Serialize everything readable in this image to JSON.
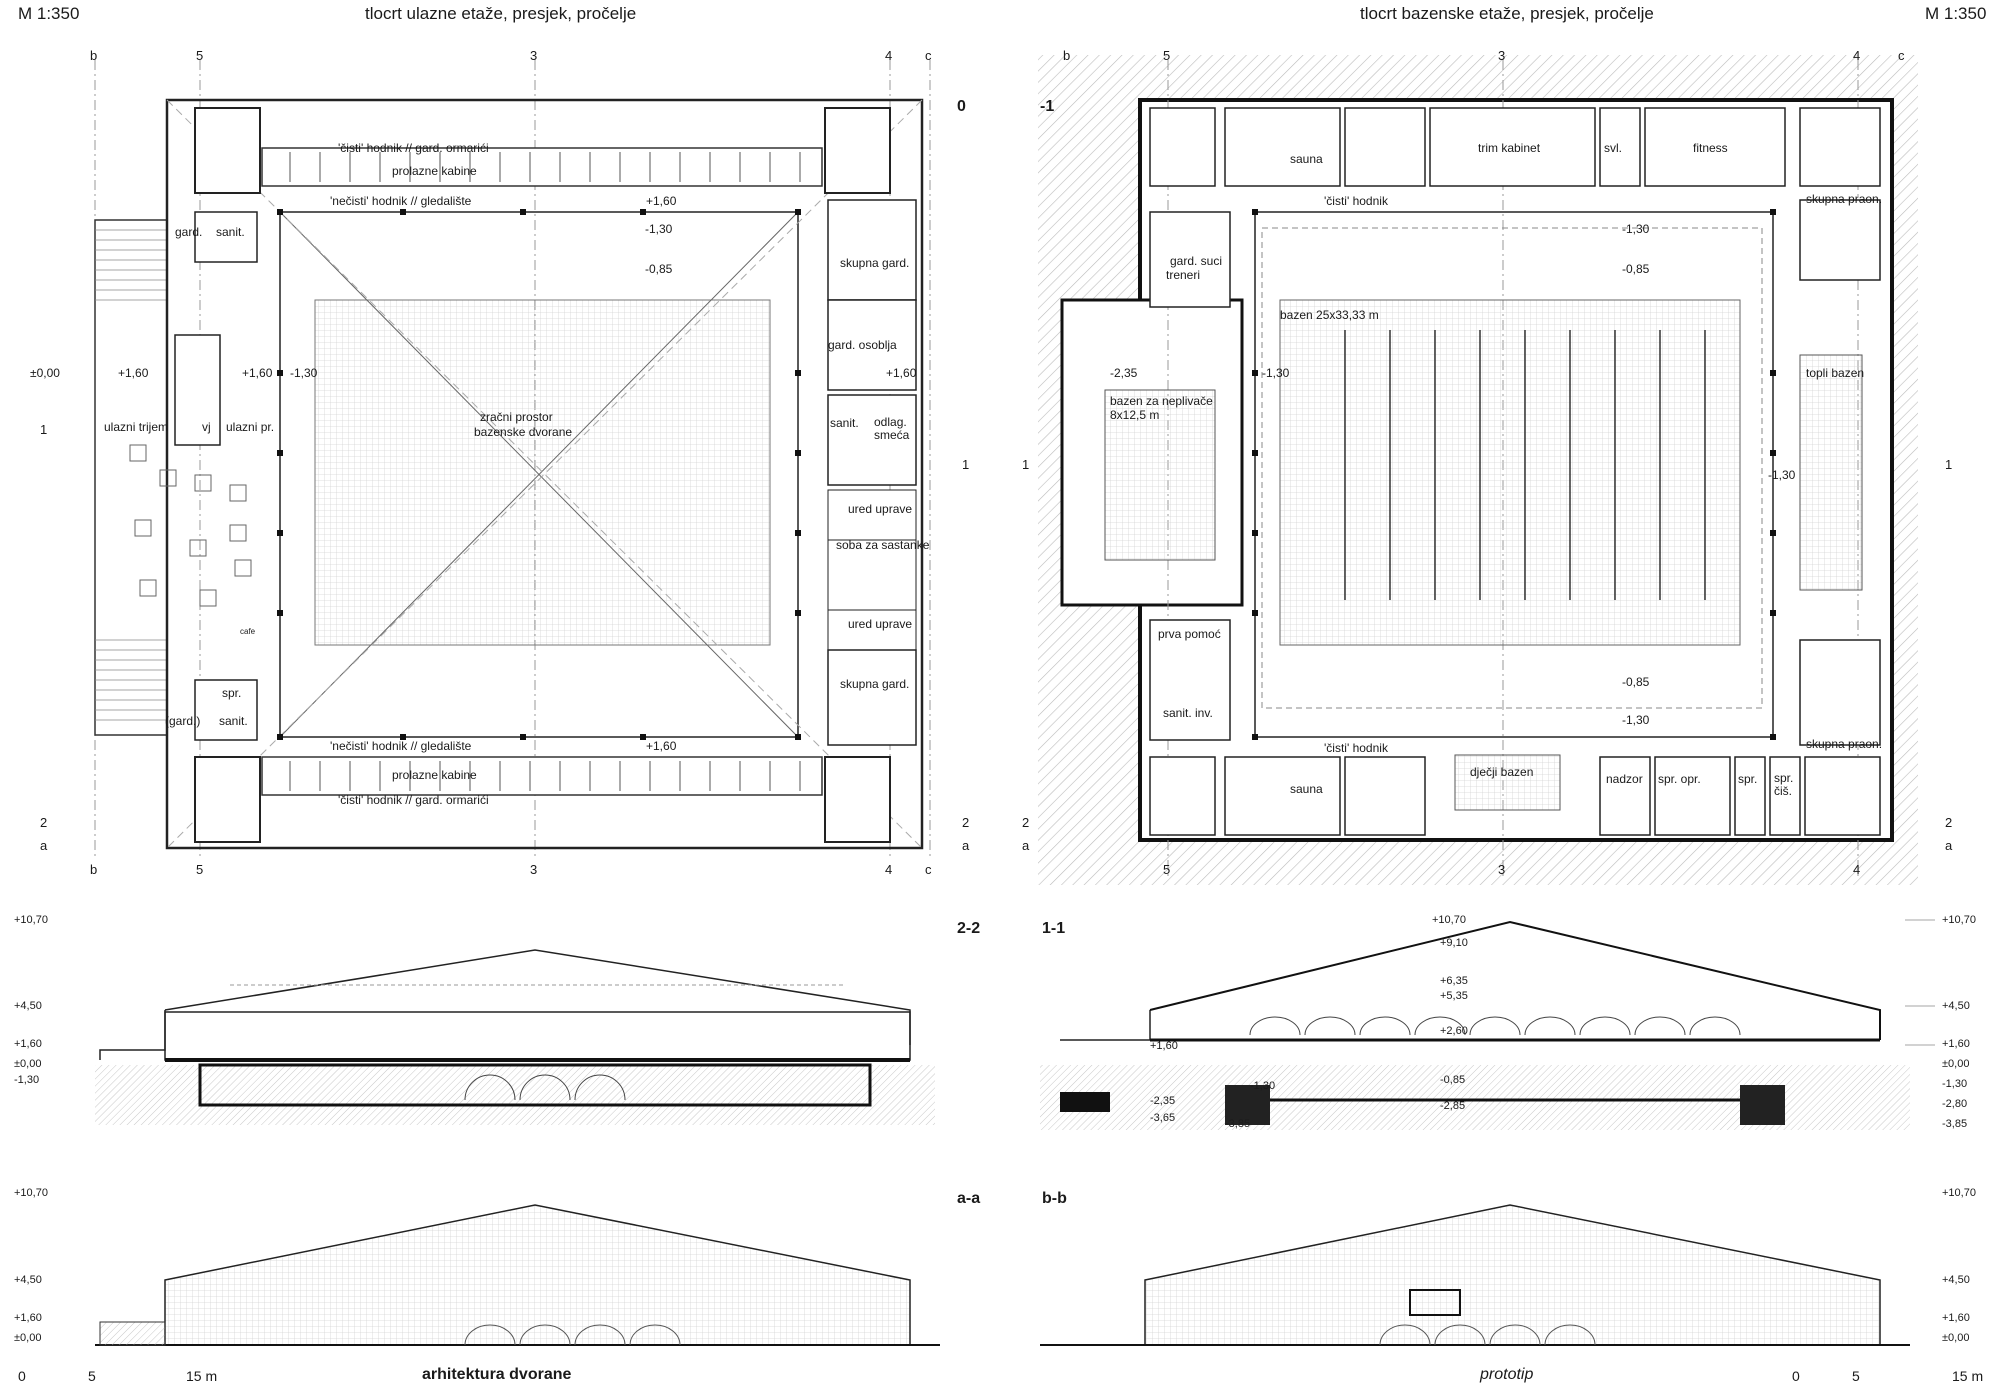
{
  "header": {
    "scale_left": "M 1:350",
    "title_left": "tlocrt ulazne etaže, presjek, pročelje",
    "title_right": "tlocrt bazenske etaže, presjek, pročelje",
    "scale_right": "M 1:350"
  },
  "left_plan": {
    "floor": "0",
    "rooms": {
      "clean_top": "'čisti' hodnik // gard. ormarići",
      "cabins_top": "prolazne kabine",
      "dirty_top": "'nečisti' hodnik // gledalište",
      "lvl_top": "+1,60",
      "lvl_m130_top": "-1,30",
      "lvl_m085": "-0,85",
      "gard": "gard.",
      "sanit": "sanit.",
      "skupna_gard_top": "skupna gard.",
      "gard_osoblja": "gard. osoblja",
      "lvl_160_right": "+1,60",
      "sanit_right": "sanit.",
      "odlag": "odlag. smeća",
      "ured_upr_1": "ured uprave",
      "soba": "soba za sastanke",
      "ured_upr_2": "ured uprave",
      "skupna_gard_bottom": "skupna gard.",
      "lvl_000": "±0,00",
      "lvl_160_a": "+1,60",
      "ulazni_trijem": "ulazni trijem",
      "vj": "vj",
      "ulazni_pr": "ulazni pr.",
      "lvl_160_b": "+1,60",
      "lvl_m130_mid": "-1,30",
      "zracni": "zračni prostor",
      "bazenske": "bazenske dvorane",
      "cafe": "cafe",
      "spr": "spr.",
      "gard2": "(gard.)",
      "sanit2": "sanit.",
      "dirty_bottom": "'nečisti' hodnik // gledalište",
      "lvl_bottom": "+1,60",
      "cabins_bottom": "prolazne kabine",
      "clean_bottom": "'čisti' hodnik // gard. ormarići"
    },
    "axes": {
      "b": "b",
      "five": "5",
      "three": "3",
      "four": "4",
      "c": "c",
      "one": "1",
      "two": "2",
      "a": "a"
    }
  },
  "right_plan": {
    "floor": "-1",
    "rooms": {
      "sauna_top": "sauna",
      "trim": "trim kabinet",
      "svl": "svl.",
      "fitness": "fitness",
      "cisti_top": "'čisti' hodnik",
      "skupna_praon_top": "skupna praon.",
      "lvl_m130_top": "-1,30",
      "lvl_m085_top": "-0,85",
      "gard_suci": "gard. suci",
      "treneri": "treneri",
      "bazen": "bazen  25x33,33 m",
      "lvl_m235": "-2,35",
      "lvl_m130_left": "-1,30",
      "neplivaci": "bazen za neplivače",
      "neplivaci_dim": "8x12,5 m",
      "topli": "topli bazen",
      "lvl_m130_right": "-1,30",
      "prva_pomoc": "prva pomoć",
      "sanit_inv": "sanit. inv.",
      "lvl_m085_bottom": "-0,85",
      "lvl_m130_bottom": "-1,30",
      "cisti_bottom": "'čisti' hodnik",
      "sauna_bottom": "sauna",
      "djecji": "dječji bazen",
      "nadzor": "nadzor",
      "spr_opr": "spr. opr.",
      "spr": "spr.",
      "spr_cis": "spr. čiš.",
      "skupna_praon_bottom": "skupna praon."
    }
  },
  "sections": {
    "sec_left_label": "2-2",
    "sec_right_label": "1-1",
    "elev_left_label": "a-a",
    "elev_right_label": "b-b",
    "levels_left": [
      "+10,70",
      "+4,50",
      "+1,60",
      "±0,00",
      "-1,30"
    ],
    "levels_right": [
      "+10,70",
      "+4,50",
      "+1,60",
      "±0,00",
      "-1,30",
      "-2,80",
      "-3,85"
    ],
    "sec_right_inner": [
      "+10,70",
      "+9,10",
      "+6,35",
      "+5,35",
      "+2,60",
      "+1,60",
      "-0,85",
      "-1,30",
      "-2,35",
      "-2,85",
      "-3,65",
      "-3,85"
    ],
    "elev_levels_left": [
      "+10,70",
      "+4,50",
      "+1,60",
      "±0,00"
    ],
    "elev_levels_right": [
      "+10,70",
      "+4,50",
      "+1,60",
      "±0,00"
    ]
  },
  "footer": {
    "scale_0": "0",
    "scale_5": "5",
    "scale_15": "15 m",
    "left_title": "arhitektura dvorane",
    "right_title": "prototip",
    "r_scale_0": "0",
    "r_scale_5": "5",
    "r_scale_15": "15 m"
  }
}
